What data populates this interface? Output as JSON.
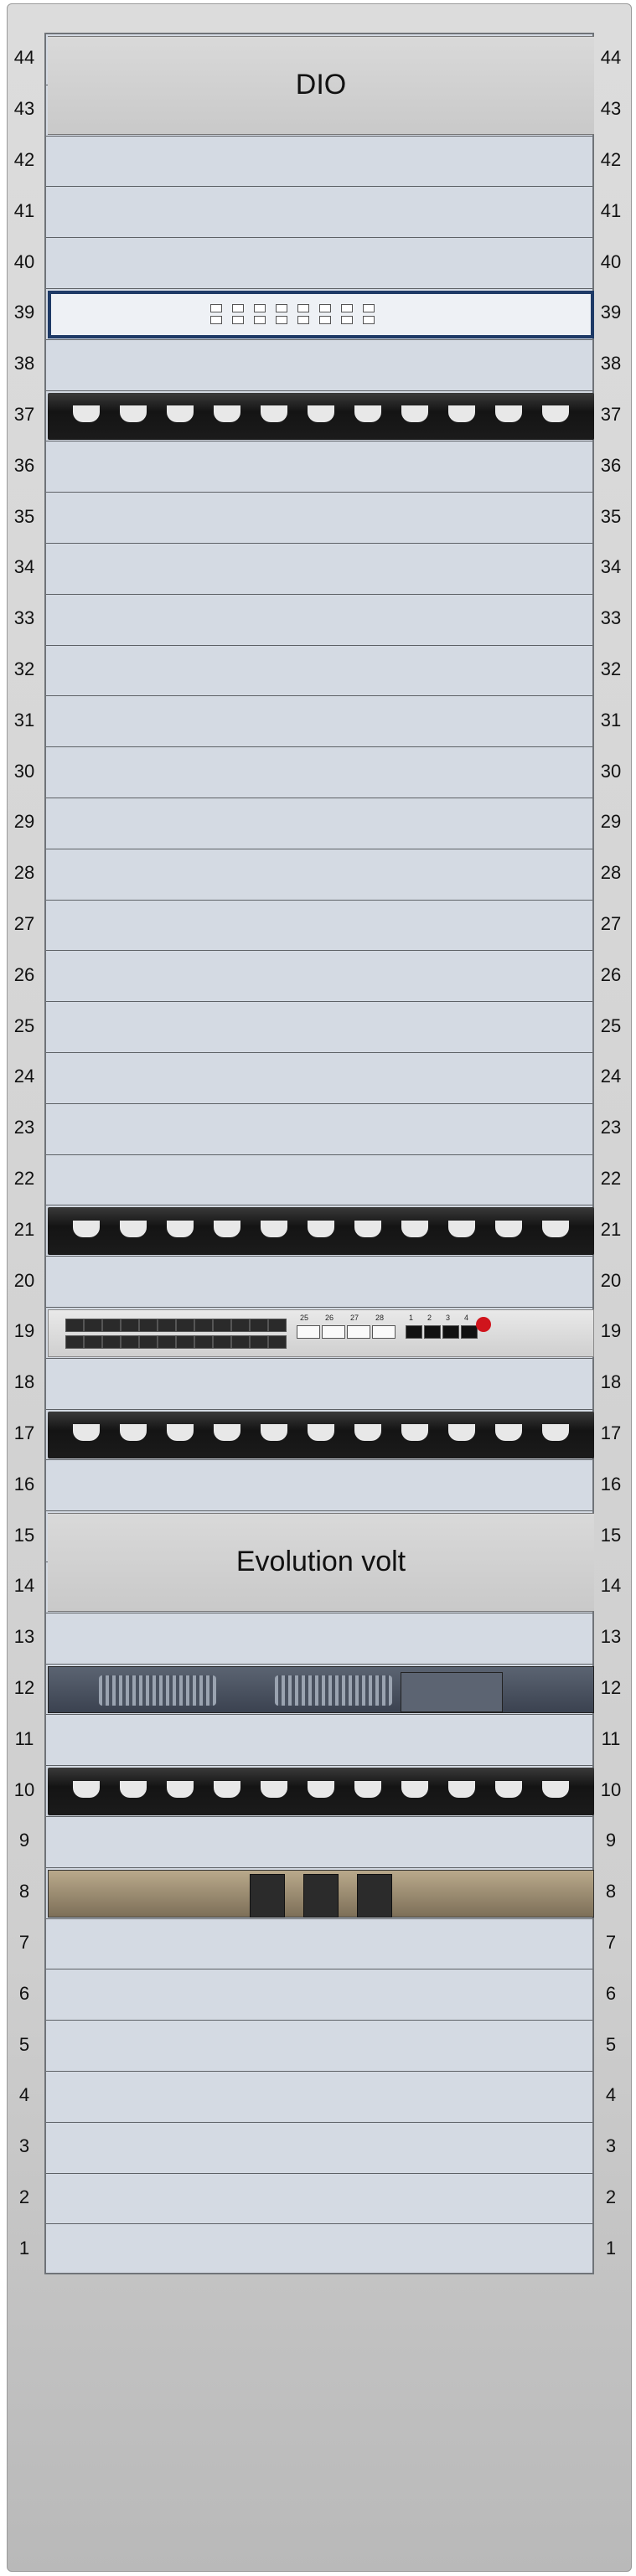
{
  "units": [
    44,
    43,
    42,
    41,
    40,
    39,
    38,
    37,
    36,
    35,
    34,
    33,
    32,
    31,
    30,
    29,
    28,
    27,
    26,
    25,
    24,
    23,
    22,
    21,
    20,
    19,
    18,
    17,
    16,
    15,
    14,
    13,
    12,
    11,
    10,
    9,
    8,
    7,
    6,
    5,
    4,
    3,
    2,
    1
  ],
  "labels": {
    "dio": "DIO",
    "evolution": "Evolution volt"
  },
  "switch_ports": [
    "25",
    "26",
    "27",
    "28",
    "1",
    "2",
    "3",
    "4"
  ],
  "colors": {
    "rack_face": "#d4dae3",
    "odf_frame": "#1e3a66",
    "cable_manager": "#1b1b1b"
  }
}
